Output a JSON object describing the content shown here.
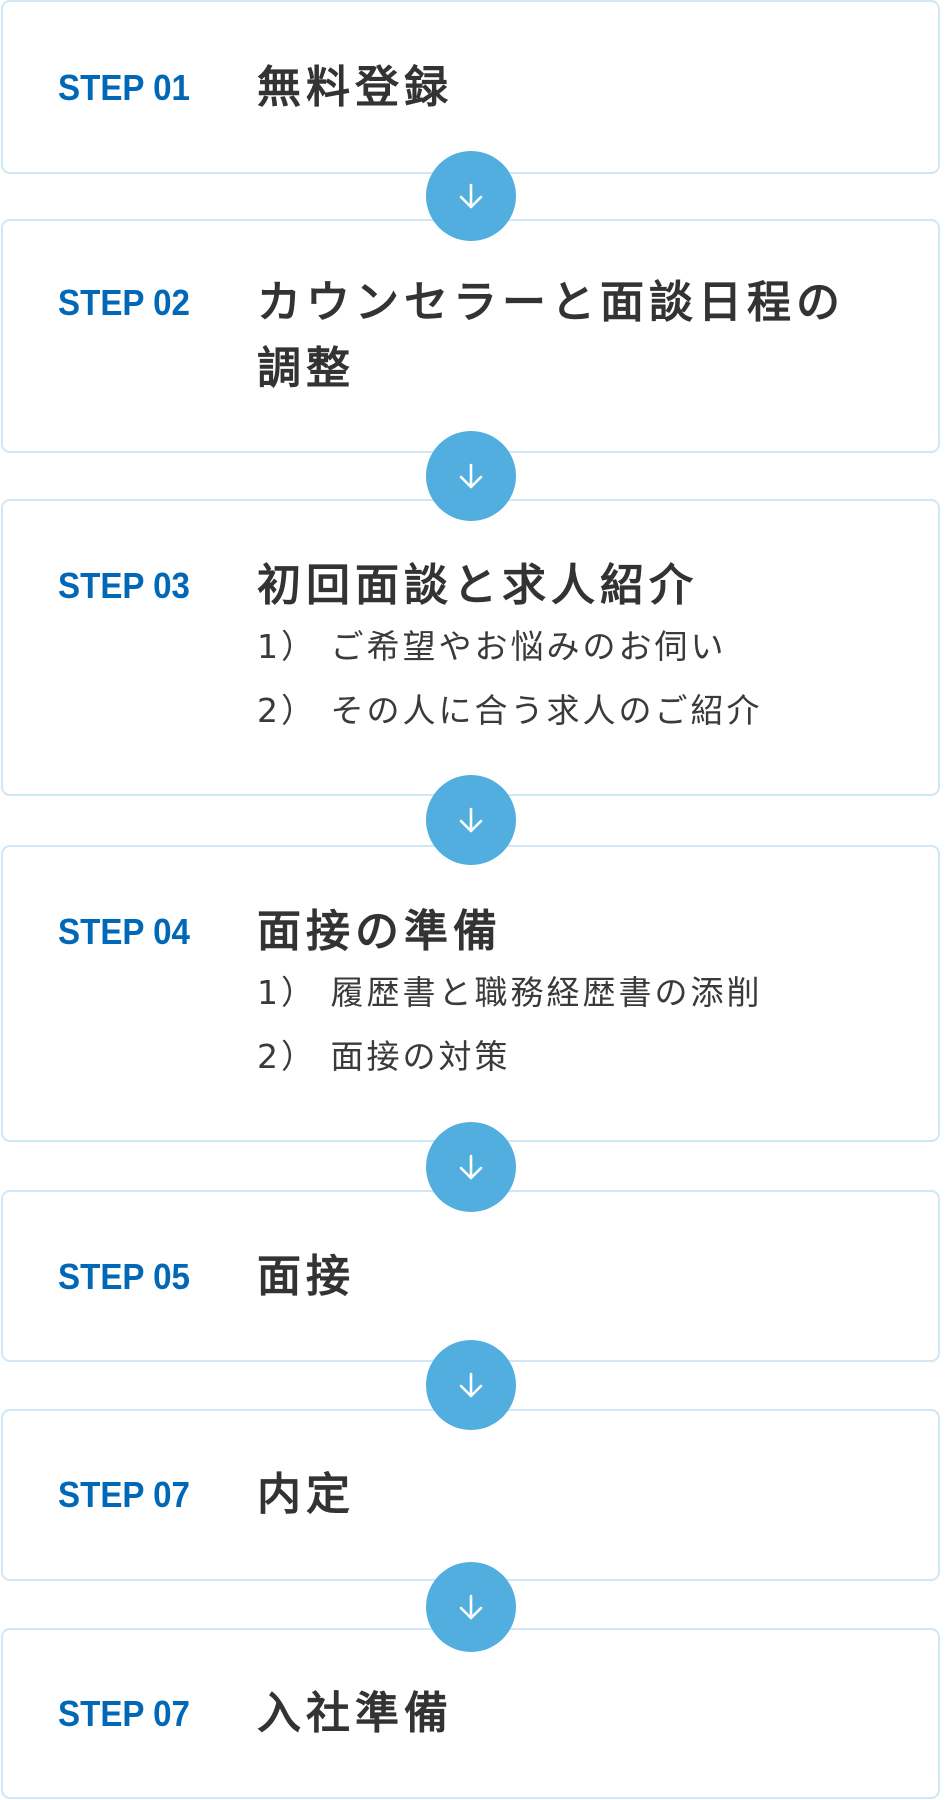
{
  "colors": {
    "step_label": "#0068B7",
    "title": "#333333",
    "border": "#CFE7F6",
    "arrow_circle": "#52AEDF",
    "arrow_glyph": "#FFFFFF"
  },
  "steps": [
    {
      "label": "STEP 01",
      "title": "無料登録",
      "items": []
    },
    {
      "label": "STEP 02",
      "title_lines": [
        "カウンセラーと面談日程の",
        "調整"
      ],
      "items": []
    },
    {
      "label": "STEP 03",
      "title": "初回面談と求人紹介",
      "items": [
        "1） ご希望やお悩みのお伺い",
        "2） その人に合う求人のご紹介"
      ]
    },
    {
      "label": "STEP 04",
      "title": "面接の準備",
      "items": [
        "1） 履歴書と職務経歴書の添削",
        "2） 面接の対策"
      ]
    },
    {
      "label": "STEP 05",
      "title": "面接",
      "items": []
    },
    {
      "label": "STEP 07",
      "title": "内定",
      "items": []
    },
    {
      "label": "STEP 07",
      "title": "入社準備",
      "items": []
    }
  ],
  "connector_icon": "arrow-down-icon"
}
